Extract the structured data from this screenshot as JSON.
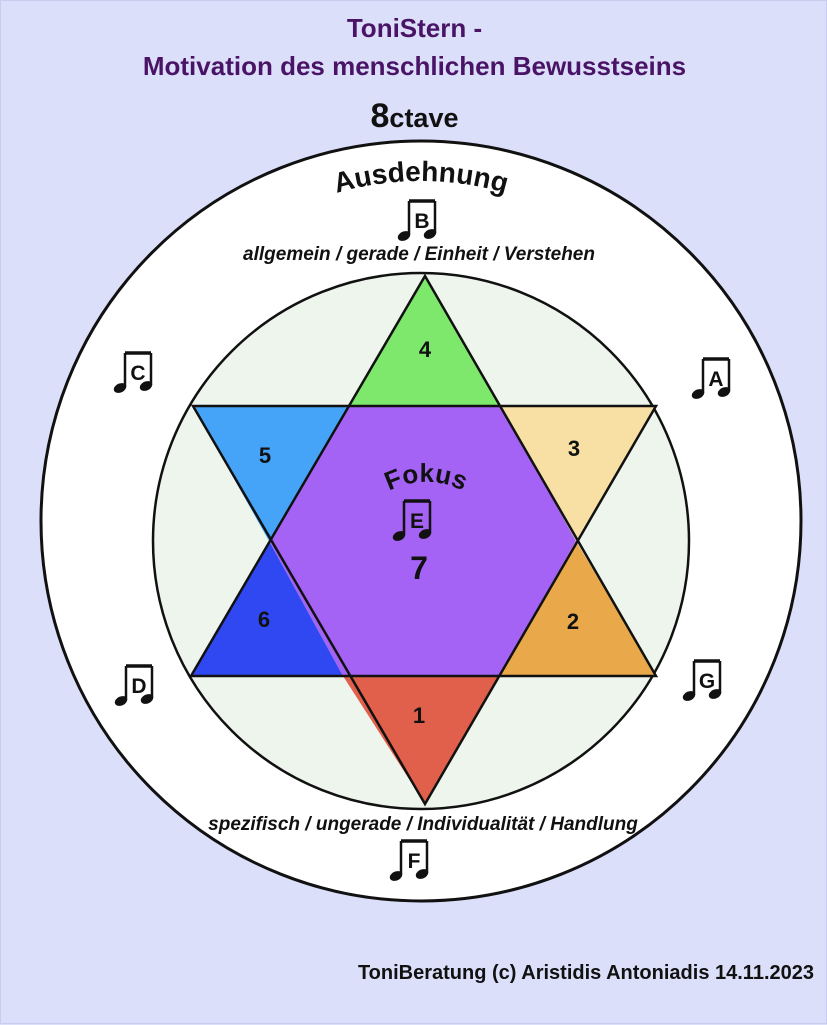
{
  "header": {
    "title_line1": "ToniStern -",
    "title_line2": "Motivation des menschlichen Bewusstseins",
    "octave_prefix": "8",
    "octave_suffix": "ctave"
  },
  "diagram": {
    "outer_label": "Ausdehnung",
    "center_label": "Fokus",
    "center_number": "7",
    "top_text": "allgemein / gerade / Einheit / Verstehen",
    "bottom_text": "spezifisch / ungerade / Individualität / Handlung",
    "notes": [
      {
        "letter": "B",
        "icon": "music-note-icon"
      },
      {
        "letter": "C",
        "icon": "music-note-icon"
      },
      {
        "letter": "A",
        "icon": "music-note-icon"
      },
      {
        "letter": "D",
        "icon": "music-note-icon"
      },
      {
        "letter": "G",
        "icon": "music-note-icon"
      },
      {
        "letter": "F",
        "icon": "music-note-icon"
      },
      {
        "letter": "E",
        "icon": "music-note-icon"
      }
    ],
    "triangles": [
      {
        "number": "1",
        "color": "#e0604c"
      },
      {
        "number": "2",
        "color": "#e9a94a"
      },
      {
        "number": "3",
        "color": "#f8e0a4"
      },
      {
        "number": "4",
        "color": "#7ee86c"
      },
      {
        "number": "5",
        "color": "#45a4f7"
      },
      {
        "number": "6",
        "color": "#2f48f2"
      }
    ],
    "hexagon_color": "#a463f4",
    "inner_circle_color": "#edf5ec",
    "outer_circle_color": "#ffffff"
  },
  "footer": {
    "credit": "ToniBeratung (c) Aristidis Antoniadis 14.11.2023"
  }
}
